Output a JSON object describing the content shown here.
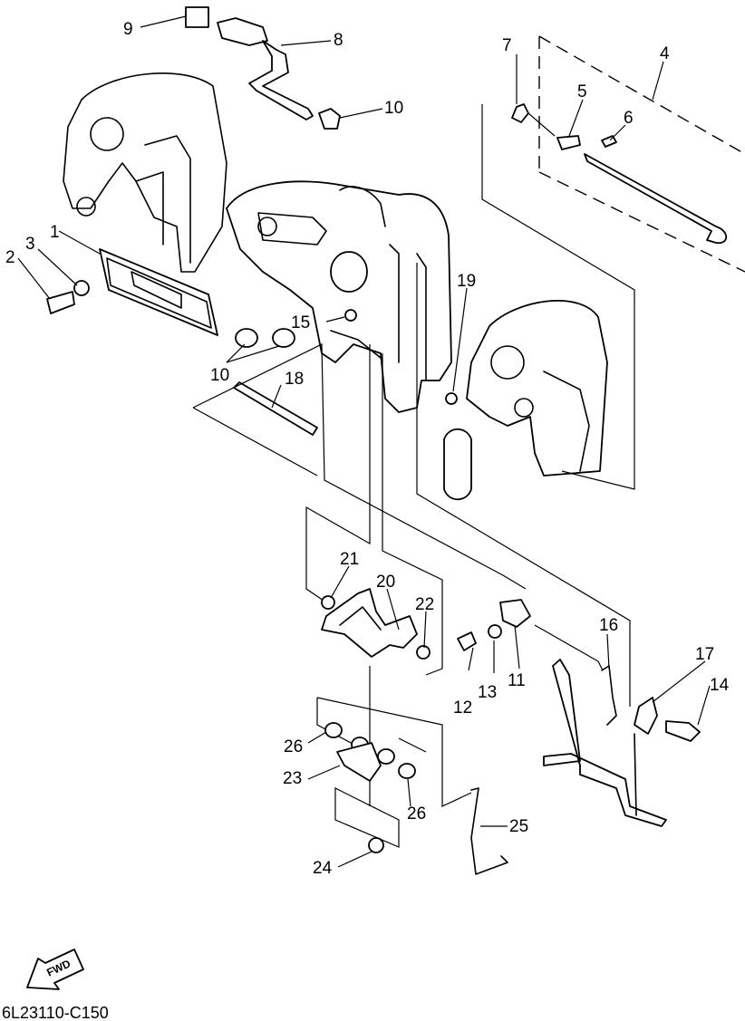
{
  "diagram_code": "6L23110-C150",
  "fwd_label": "FWD",
  "callouts": {
    "c1": "1",
    "c2": "2",
    "c3": "3",
    "c4": "4",
    "c5": "5",
    "c6": "6",
    "c7": "7",
    "c8": "8",
    "c9": "9",
    "c10a": "10",
    "c10b": "10",
    "c11": "11",
    "c12": "12",
    "c13": "13",
    "c14": "14",
    "c15": "15",
    "c16": "16",
    "c17": "17",
    "c18": "18",
    "c19": "19",
    "c20": "20",
    "c21": "21",
    "c22": "22",
    "c23": "23",
    "c24": "24",
    "c25": "25",
    "c26a": "26",
    "c26b": "26"
  }
}
